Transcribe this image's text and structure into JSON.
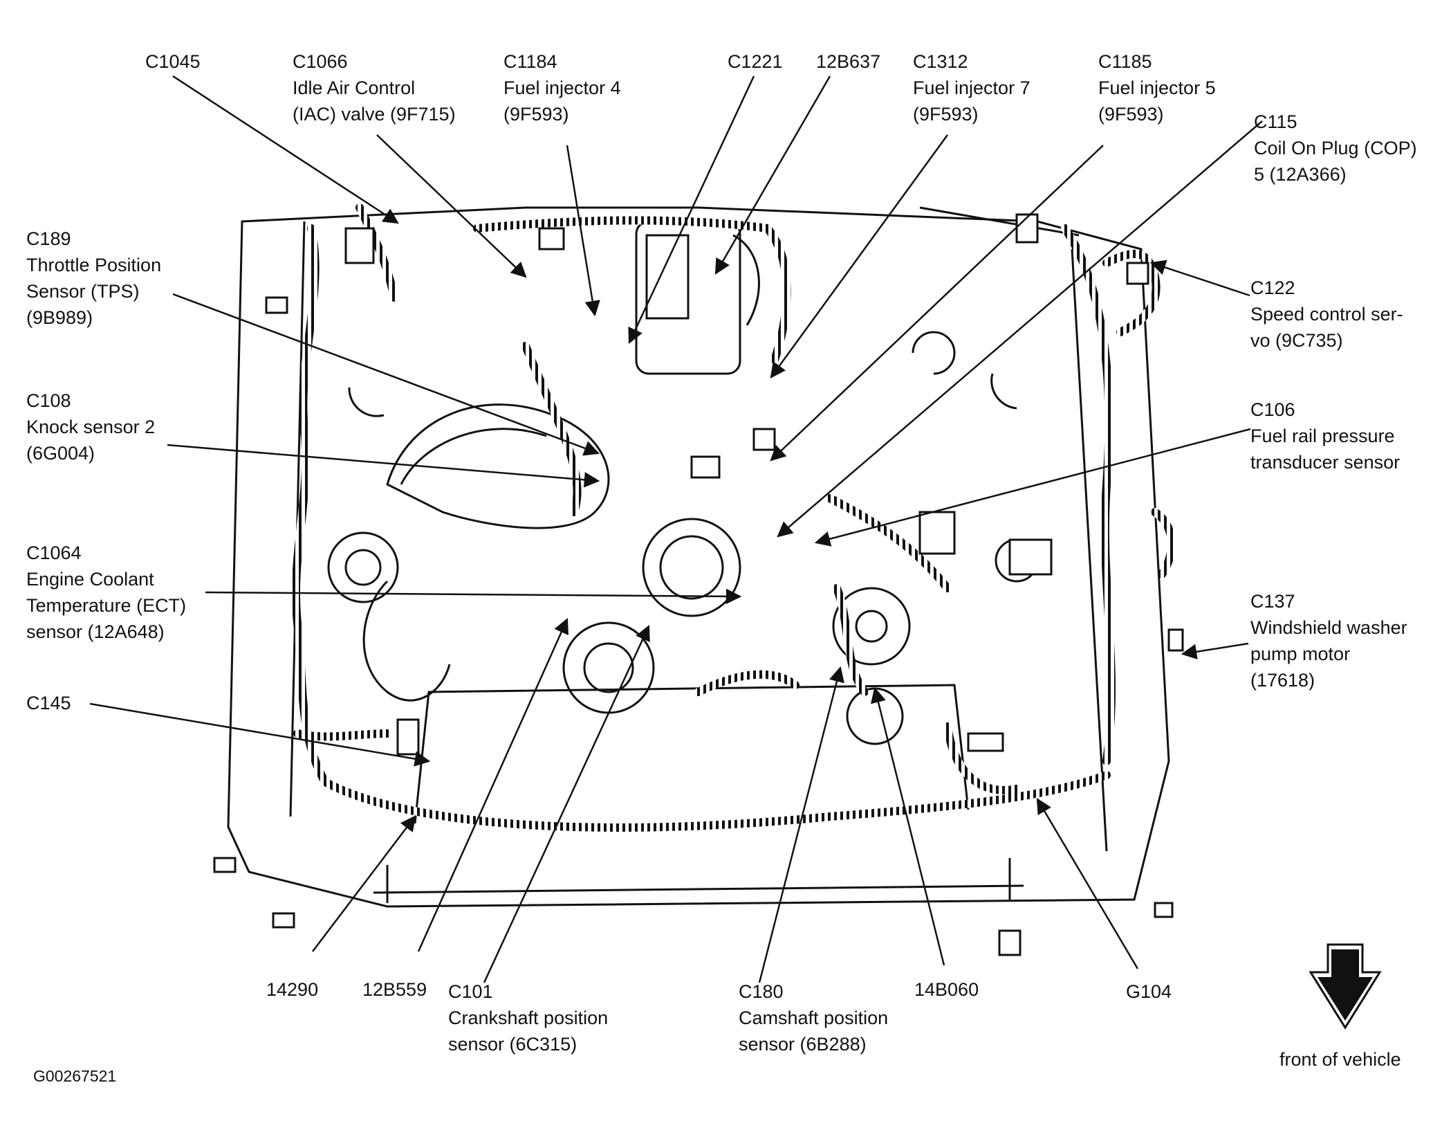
{
  "diagram_id": "G00267521",
  "orientation_label": "front of vehicle",
  "colors": {
    "ink": "#111111",
    "background": "#ffffff"
  },
  "callouts": {
    "c1045": {
      "code": "C1045",
      "desc": []
    },
    "c1066": {
      "code": "C1066",
      "desc": [
        "Idle Air Control",
        "(IAC) valve (9F715)"
      ]
    },
    "c1184": {
      "code": "C1184",
      "desc": [
        "Fuel injector 4",
        "(9F593)"
      ]
    },
    "c1221": {
      "code": "C1221",
      "desc": []
    },
    "p12b637": {
      "code": "12B637",
      "desc": []
    },
    "c1312": {
      "code": "C1312",
      "desc": [
        "Fuel injector 7",
        "(9F593)"
      ]
    },
    "c1185": {
      "code": "C1185",
      "desc": [
        "Fuel injector 5",
        "(9F593)"
      ]
    },
    "c115": {
      "code": "C115",
      "desc": [
        "Coil On Plug (COP)",
        "5 (12A366)"
      ]
    },
    "c189": {
      "code": "C189",
      "desc": [
        "Throttle Position",
        "Sensor (TPS)",
        "(9B989)"
      ]
    },
    "c122": {
      "code": "C122",
      "desc": [
        "Speed control ser-",
        "vo (9C735)"
      ]
    },
    "c108": {
      "code": "C108",
      "desc": [
        "Knock sensor 2",
        "(6G004)"
      ]
    },
    "c106": {
      "code": "C106",
      "desc": [
        "Fuel rail pressure",
        "transducer sensor"
      ]
    },
    "c1064": {
      "code": "C1064",
      "desc": [
        "Engine Coolant",
        "Temperature (ECT)",
        "sensor (12A648)"
      ]
    },
    "c137": {
      "code": "C137",
      "desc": [
        "Windshield washer",
        "pump motor",
        "(17618)"
      ]
    },
    "c145": {
      "code": "C145",
      "desc": []
    },
    "p14290": {
      "code": "14290",
      "desc": []
    },
    "p12b559": {
      "code": "12B559",
      "desc": []
    },
    "c101": {
      "code": "C101",
      "desc": [
        "Crankshaft position",
        "sensor (6C315)"
      ]
    },
    "c180": {
      "code": "C180",
      "desc": [
        "Camshaft position",
        "sensor (6B288)"
      ]
    },
    "p14b060": {
      "code": "14B060",
      "desc": []
    },
    "g104": {
      "code": "G104",
      "desc": []
    }
  }
}
